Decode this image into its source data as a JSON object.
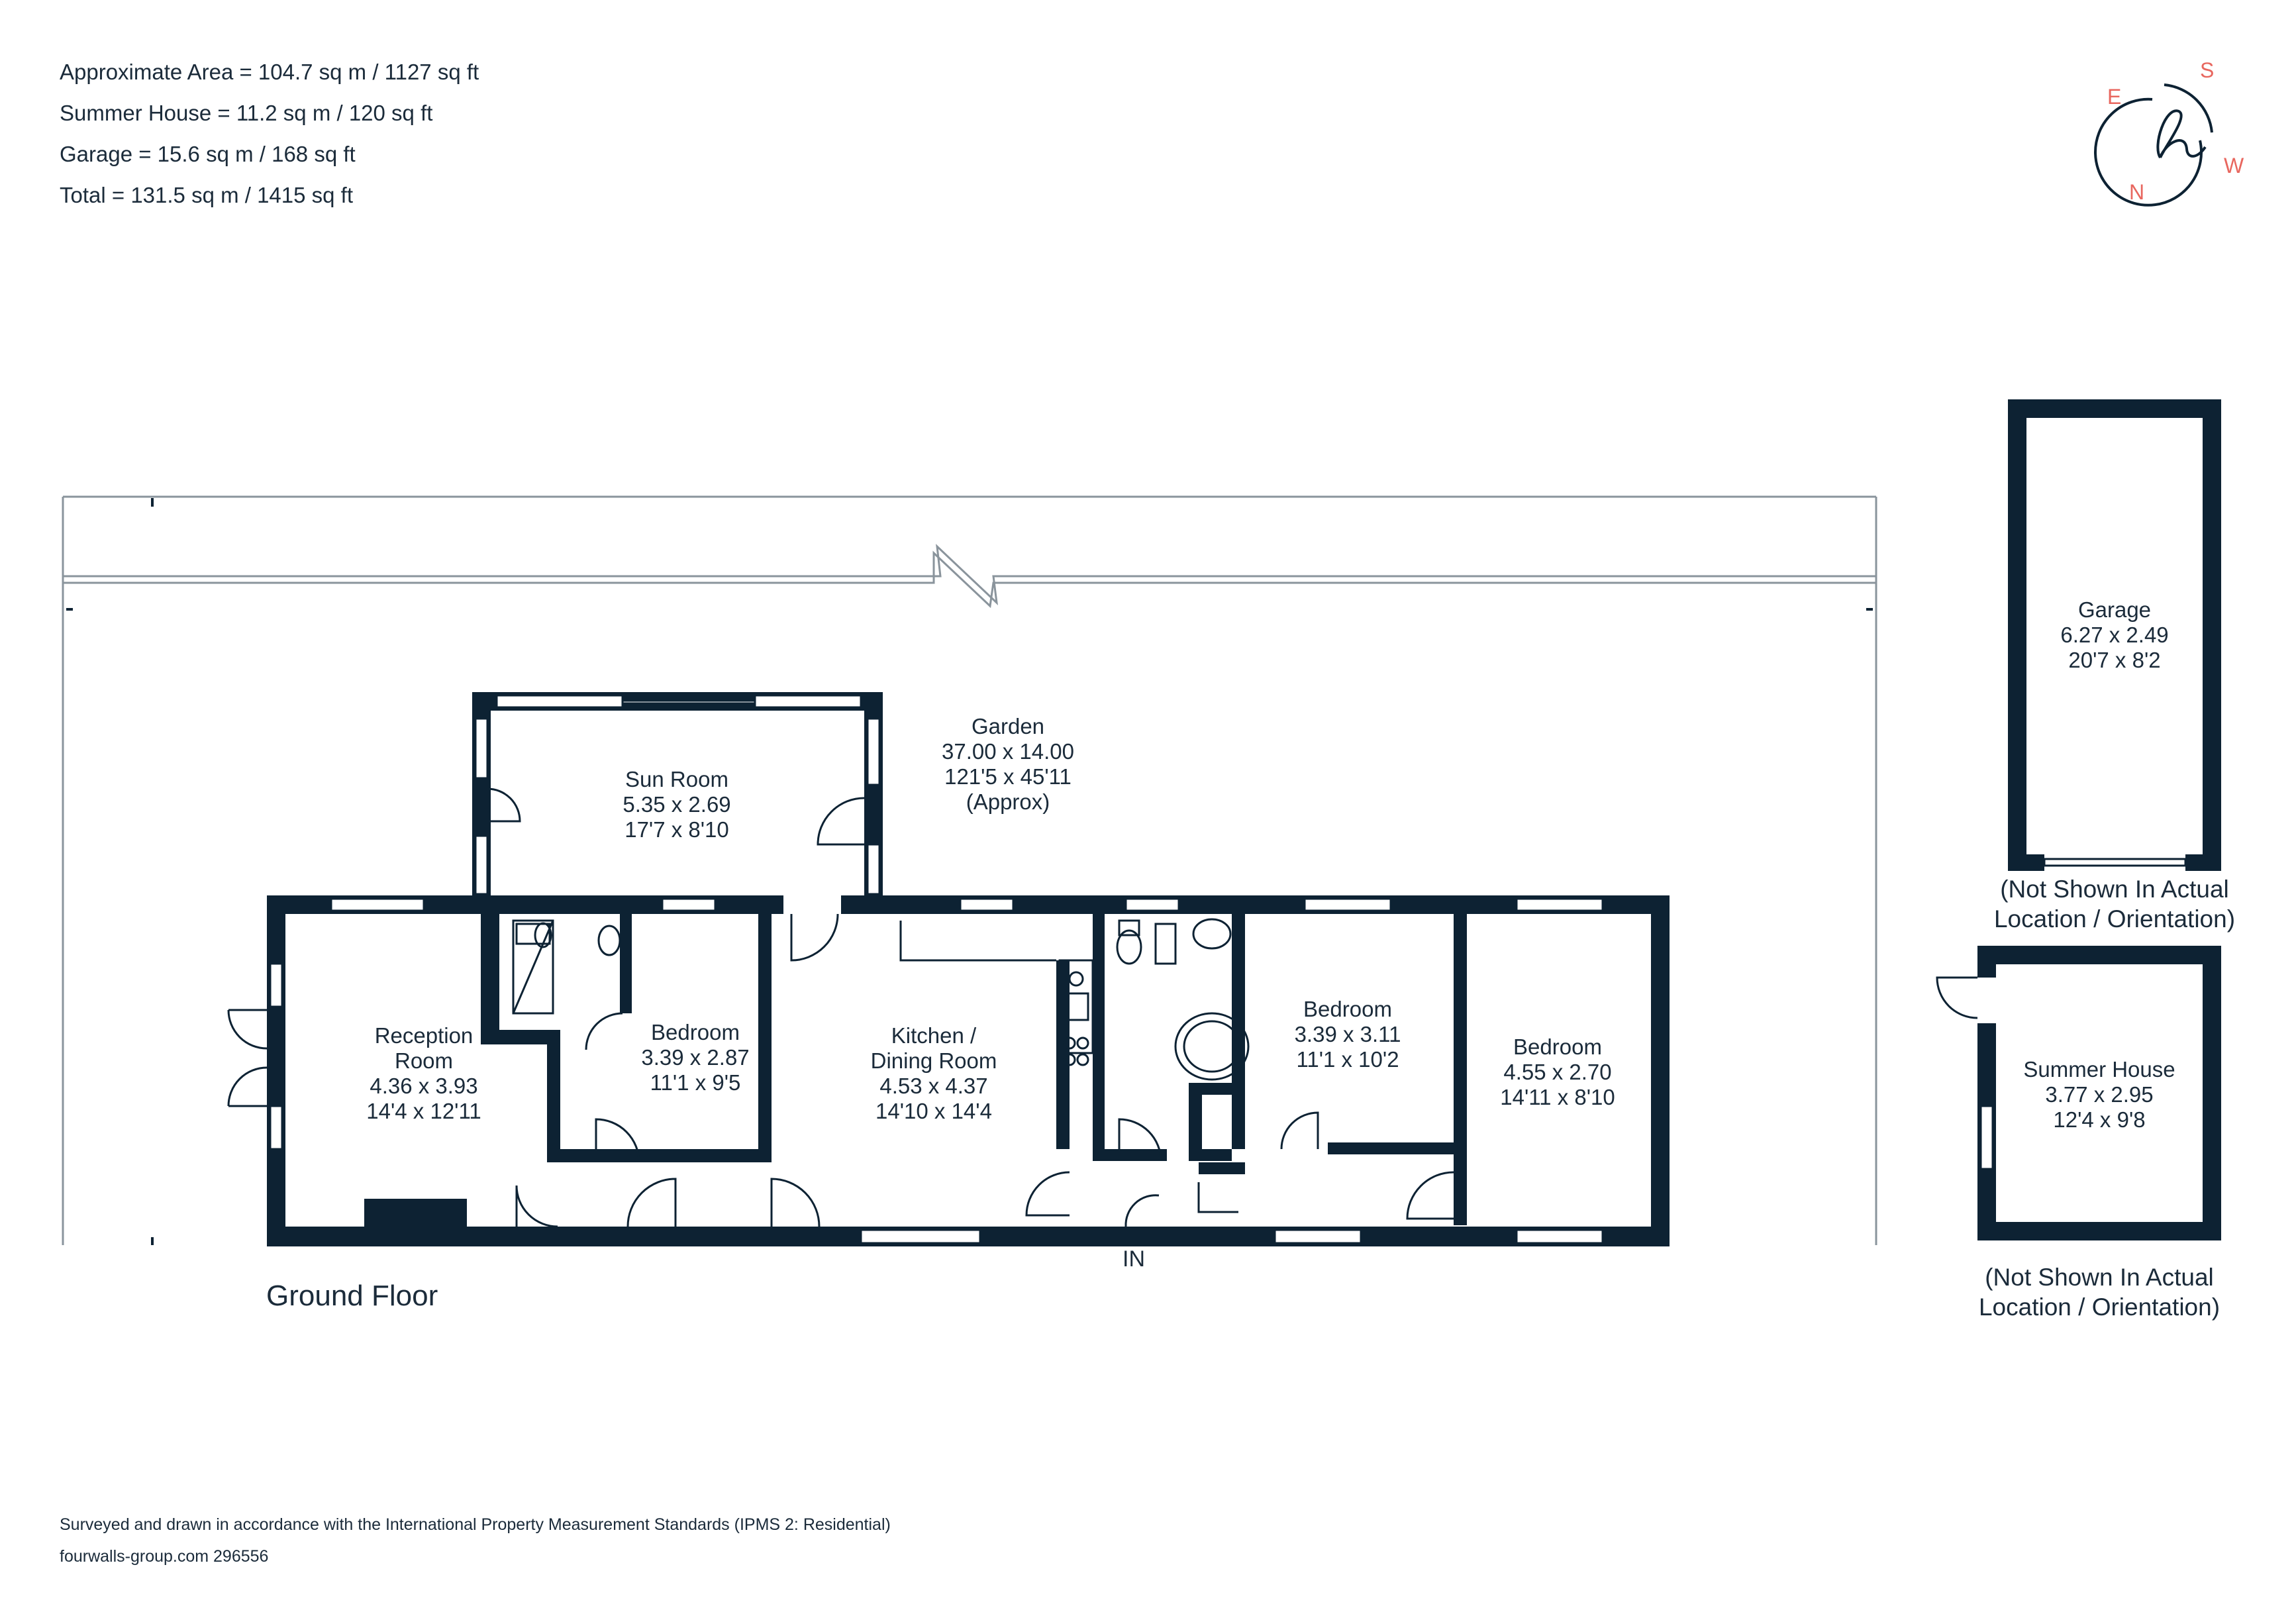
{
  "areas": {
    "approximate": "Approximate Area = 104.7 sq m / 1127 sq ft",
    "summer_house": "Summer House = 11.2 sq m / 120 sq ft",
    "garage": "Garage = 15.6 sq m / 168 sq ft",
    "total": "Total = 131.5 sq m / 1415 sq ft"
  },
  "compass": {
    "e": "E",
    "s": "S",
    "w": "W",
    "n": "N"
  },
  "floor_label": "Ground Floor",
  "entrance_label": "IN",
  "rooms": {
    "sun_room": {
      "name": "Sun Room",
      "metric": "5.35 x 2.69",
      "imperial": "17'7 x 8'10"
    },
    "garden": {
      "name": "Garden",
      "metric": "37.00 x 14.00",
      "imperial": "121'5 x 45'11",
      "note": "(Approx)"
    },
    "reception": {
      "name1": "Reception",
      "name2": "Room",
      "metric": "4.36 x 3.93",
      "imperial": "14'4 x 12'11"
    },
    "bedroom_small": {
      "name": "Bedroom",
      "metric": "3.39 x 2.87",
      "imperial": "11'1 x 9'5"
    },
    "kitchen": {
      "name1": "Kitchen /",
      "name2": "Dining Room",
      "metric": "4.53 x 4.37",
      "imperial": "14'10 x 14'4"
    },
    "bedroom_mid": {
      "name": "Bedroom",
      "metric": "3.39 x 3.11",
      "imperial": "11'1 x 10'2"
    },
    "bedroom_end": {
      "name": "Bedroom",
      "metric": "4.55 x 2.70",
      "imperial": "14'11 x 8'10"
    },
    "garage": {
      "name": "Garage",
      "metric": "6.27 x 2.49",
      "imperial": "20'7 x 8'2"
    },
    "summer_house": {
      "name": "Summer House",
      "metric": "3.77 x 2.95",
      "imperial": "12'4 x 9'8"
    }
  },
  "notes": {
    "garage_line1": "(Not Shown In Actual",
    "garage_line2": "Location / Orientation)",
    "summer_line1": "(Not Shown In Actual",
    "summer_line2": "Location / Orientation)"
  },
  "footer": {
    "standards": "Surveyed and drawn in accordance with the International Property Measurement Standards (IPMS 2: Residential)",
    "reference": "fourwalls-group.com 296556"
  },
  "colors": {
    "wall": "#0d2233",
    "accent": "#e8675f",
    "text": "#1b2b3a"
  }
}
